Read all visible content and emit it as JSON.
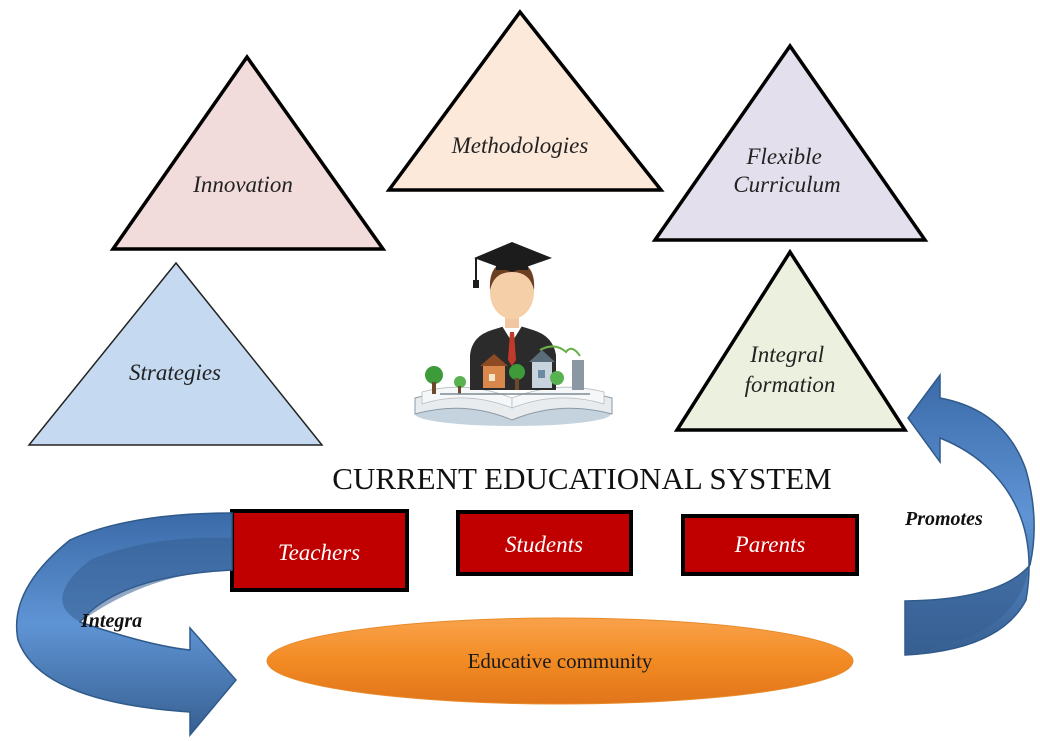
{
  "title": "CURRENT EDUCATIONAL SYSTEM",
  "triangles": {
    "innovation": {
      "lines": [
        "Innovation"
      ],
      "color": "#f2dcdb"
    },
    "methodologies": {
      "lines": [
        "Methodologies"
      ],
      "color": "#fde9d9"
    },
    "flexible_curriculum": {
      "lines": [
        "Flexible",
        "Curriculum"
      ],
      "color": "#e4dfec"
    },
    "strategies": {
      "lines": [
        "Strategies"
      ],
      "color": "#c5d9f1"
    },
    "integral_formation": {
      "lines": [
        "Integral",
        "formation"
      ],
      "color": "#ebf1de"
    }
  },
  "actors": {
    "teachers": "Teachers",
    "students": "Students",
    "parents": "Parents",
    "color": "#c00000"
  },
  "community": {
    "label": "Educative community",
    "color": "#f79646"
  },
  "arrows": {
    "integra": "Integra",
    "promotes": "Promotes",
    "color": "#4f81bd"
  },
  "center_icon": "graduate-with-book-icon"
}
